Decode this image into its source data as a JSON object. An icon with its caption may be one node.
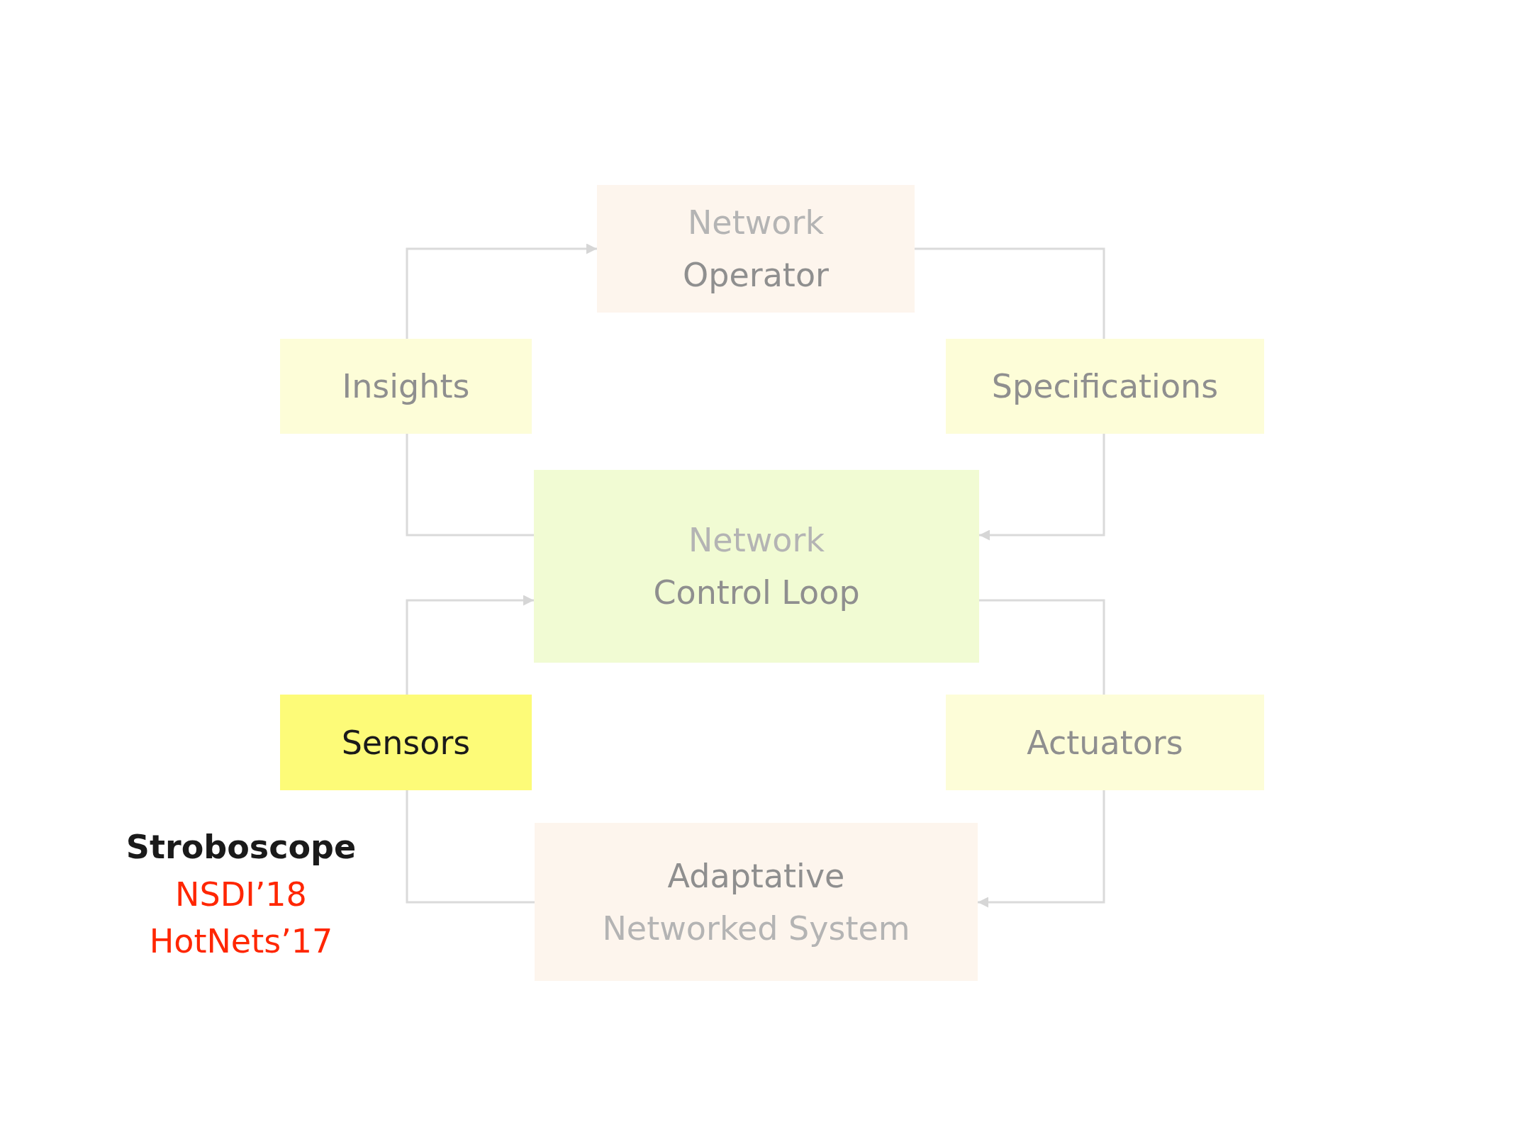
{
  "diagram": {
    "nodes": [
      {
        "text": [
          "Network",
          "Operator"
        ]
      },
      {
        "text": [
          "Insights"
        ]
      },
      {
        "text": [
          "Specifications"
        ]
      },
      {
        "text": [
          "Network",
          "Control Loop"
        ]
      },
      {
        "text": [
          "Sensors"
        ]
      },
      {
        "text": [
          "Actuators"
        ]
      },
      {
        "text": [
          "Adaptative",
          "Networked System"
        ]
      }
    ],
    "edges": [
      {
        "from": 1,
        "to": 0,
        "arrow": "to"
      },
      {
        "from": 0,
        "to": 2,
        "arrow": "none"
      },
      {
        "from": 2,
        "to": 3,
        "arrow": "to"
      },
      {
        "from": 3,
        "to": 1,
        "arrow": "none"
      },
      {
        "from": 4,
        "to": 3,
        "arrow": "to"
      },
      {
        "from": 3,
        "to": 5,
        "arrow": "none"
      },
      {
        "from": 5,
        "to": 6,
        "arrow": "to"
      },
      {
        "from": 6,
        "to": 4,
        "arrow": "none"
      }
    ],
    "labels": [
      "Stroboscope",
      "NSDI’18",
      "HotNets’17"
    ]
  }
}
